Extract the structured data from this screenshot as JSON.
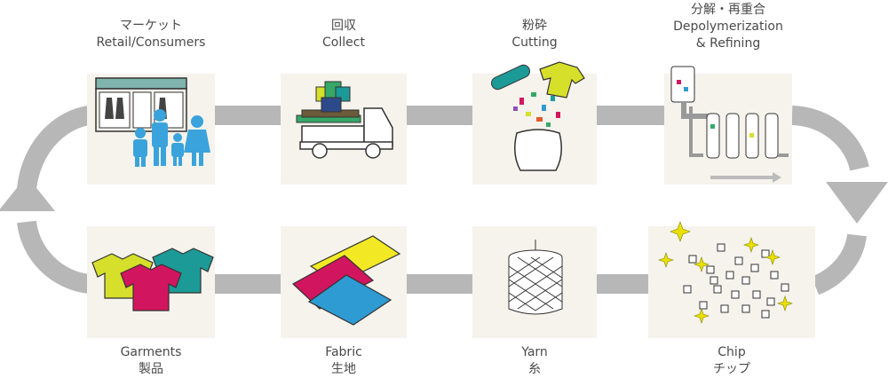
{
  "steps": {
    "retail": {
      "jp": "マーケット",
      "en": "Retail/Consumers"
    },
    "collect": {
      "jp": "回収",
      "en": "Collect"
    },
    "cutting": {
      "jp": "粉砕",
      "en": "Cutting"
    },
    "depoly": {
      "jp": "分解・再重合",
      "en_line1": "Depolymerization",
      "en_line2": "& Refining"
    },
    "chip": {
      "en": "Chip",
      "jp": "チップ"
    },
    "yarn": {
      "en": "Yarn",
      "jp": "糸"
    },
    "fabric": {
      "en": "Fabric",
      "jp": "生地"
    },
    "garments": {
      "en": "Garments",
      "jp": "製品"
    }
  },
  "colors": {
    "tile": "#f5f3ec",
    "arrow": "#b7b7b7",
    "person": "#3aa3dc",
    "truck_green": "#36a868",
    "shirt_yellow": "#d6df2a",
    "shirt_magenta": "#d2155f",
    "shirt_teal": "#1c9a97",
    "fabric_yellow": "#f2e924",
    "fabric_blue": "#2e9bd3",
    "spark": "#e9e000"
  }
}
